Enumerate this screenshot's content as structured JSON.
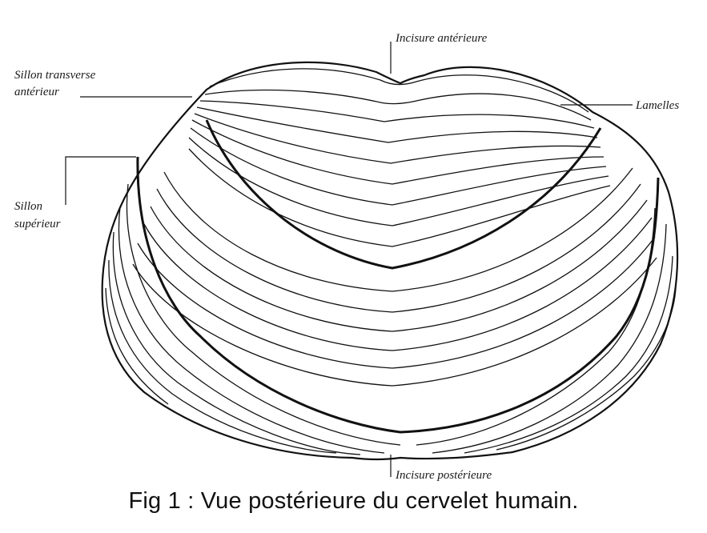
{
  "figure": {
    "caption": "Fig 1 : Vue postérieure du cervelet humain.",
    "labels": {
      "incisure_anterieure": "Incisure antérieure",
      "sillon_transverse_line1": "Sillon transverse",
      "sillon_transverse_line2": "antérieur",
      "lamelles": "Lamelles",
      "sillon_superieur_line1": "Sillon",
      "sillon_superieur_line2": "supérieur",
      "incisure_posterieure": "Incisure postérieure"
    },
    "colors": {
      "ink": "#111111",
      "background": "#ffffff"
    }
  }
}
